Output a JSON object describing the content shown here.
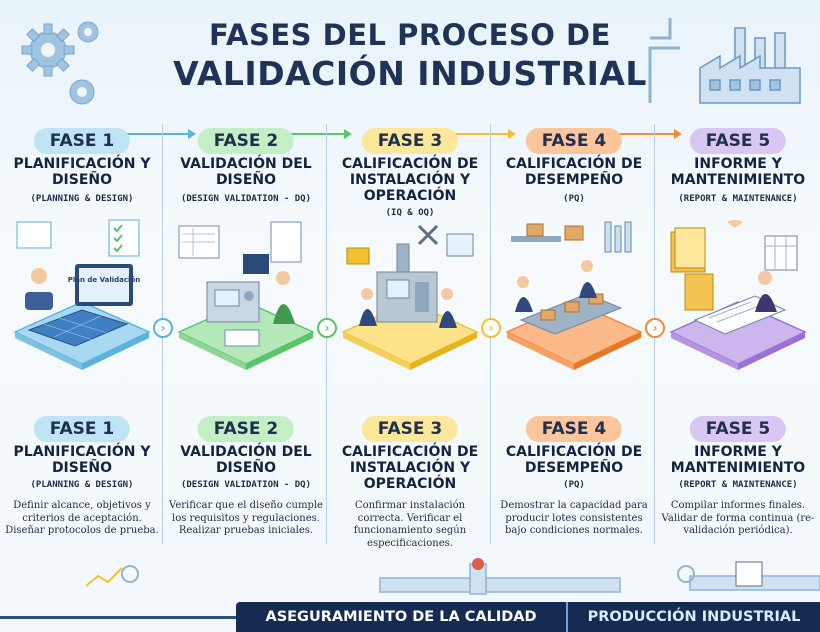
{
  "header": {
    "title_line1": "FASES DEL PROCESO DE",
    "title_line2": "VALIDACIÓN INDUSTRIAL"
  },
  "phases": [
    {
      "label": "FASE 1",
      "title": "PLANIFICACIÓN Y DISEÑO",
      "subtitle": "(PLANNING & DESIGN)",
      "illustration_text": "Plan de Validación",
      "description": "Definir alcance, objetivos y criterios de aceptación. Diseñar protocolos de prueba.",
      "color": "#bfe4f5",
      "accent": "#5ab3de"
    },
    {
      "label": "FASE 2",
      "title": "VALIDACIÓN DEL DISEÑO",
      "subtitle": "(DESIGN VALIDATION - DQ)",
      "title_bottom": "VALIDACIÓN DEL DISEÑO",
      "description": "Verificar que el diseño cumple los requisitos y regulaciones. Realizar pruebas iniciales.",
      "color": "#c3eec6",
      "accent": "#5bc46a"
    },
    {
      "label": "FASE 3",
      "title": "CALIFICACIÓN DE INSTALACIÓN Y OPERACIÓN",
      "subtitle": "(IQ & OQ)",
      "description": "Confirmar instalación correcta. Verificar el funcionamiento según especificaciones.",
      "color": "#fde79a",
      "accent": "#f2c12e"
    },
    {
      "label": "FASE 4",
      "title": "CALIFICACIÓN DE DESEMPEÑO",
      "subtitle": "(PQ)",
      "description": "Demostrar la capacidad para producir lotes consistentes bajo condiciones normales.",
      "color": "#fcc59b",
      "accent": "#f28a3c"
    },
    {
      "label": "FASE 5",
      "title": "INFORME Y MANTENIMIENTO",
      "subtitle": "(REPORT & MAINTENANCE)",
      "description": "Compilar informes finales. Validar de forma continua (re-validación periódica).",
      "color": "#d9c6f2",
      "accent": "#9a72d6"
    }
  ],
  "footer": {
    "left": "ASEGURAMIENTO DE LA CALIDAD",
    "right": "PRODUCCIÓN INDUSTRIAL"
  }
}
